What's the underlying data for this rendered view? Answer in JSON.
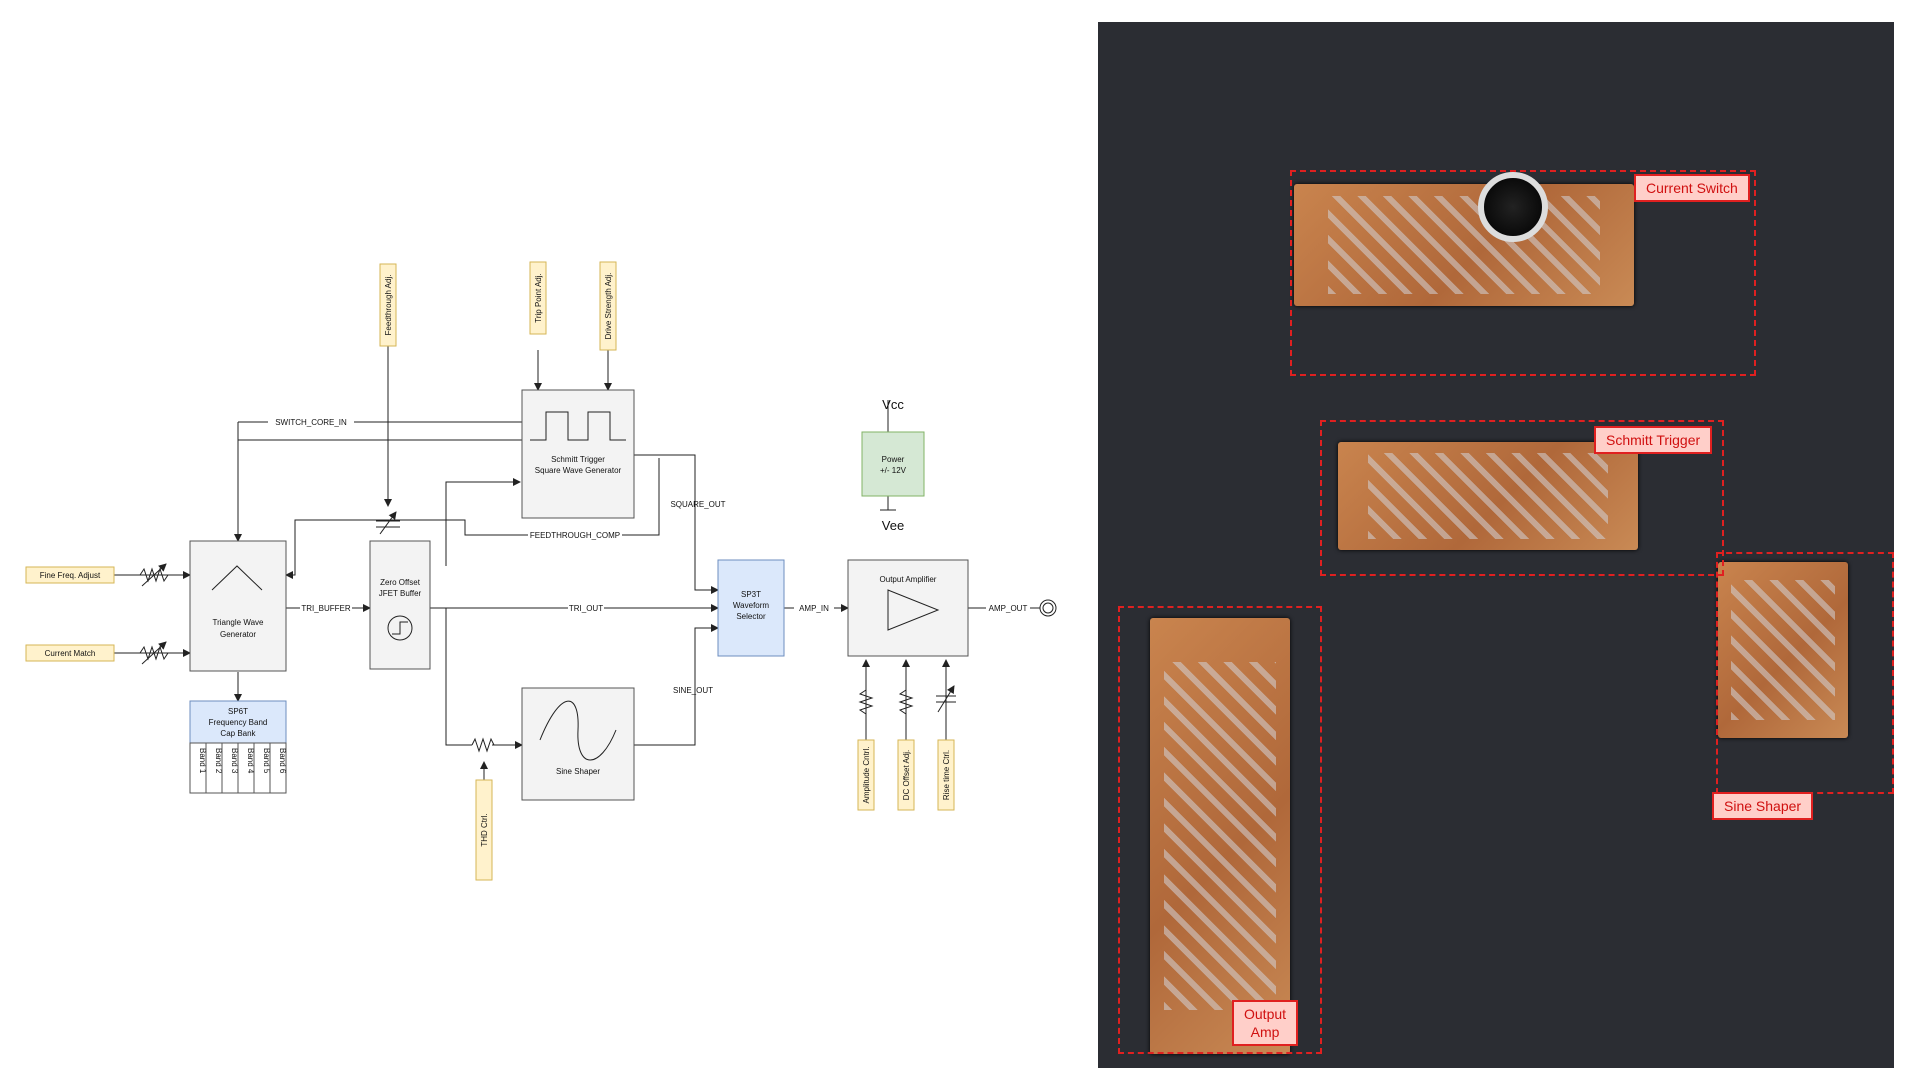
{
  "diagram": {
    "blocks": {
      "triangle": "Triangle Wave Generator",
      "triangle_l1": "Triangle Wave",
      "triangle_l2": "Generator",
      "buffer_l1": "Zero Offset",
      "buffer_l2": "JFET Buffer",
      "schmitt_l1": "Schmitt Trigger",
      "schmitt_l2": "Square Wave Generator",
      "sine": "Sine Shaper",
      "selector_l1": "SP3T",
      "selector_l2": "Waveform",
      "selector_l3": "Selector",
      "amp": "Output Amplifier",
      "cap_l1": "SP6T",
      "cap_l2": "Frequency Band",
      "cap_l3": "Cap Bank",
      "power_l1": "Power",
      "power_l2": "+/- 12V"
    },
    "bands": [
      "Band 1",
      "Band 2",
      "Band 3",
      "Band 4",
      "Band 5",
      "Band 6"
    ],
    "controls": {
      "fine_freq": "Fine Freq. Adjust",
      "current_match": "Current Match",
      "feedthrough": "Feedthrough Adj.",
      "trip_point": "Trip Point Adj.",
      "drive_strength": "Drive Strength Adj.",
      "thd": "THD Ctrl.",
      "amplitude": "Amplitude Cntrl.",
      "dc_offset": "DC Offset Adj.",
      "rise_time": "Rise time Ctrl."
    },
    "signals": {
      "switch_core_in": "SWITCH_CORE_IN",
      "tri_buffer": "TRI_BUFFER",
      "feedthrough_comp": "FEEDTHROUGH_COMP",
      "square_out": "SQUARE_OUT",
      "tri_out": "TRI_OUT",
      "sine_out": "SINE_OUT",
      "amp_in": "AMP_IN",
      "amp_out": "AMP_OUT"
    },
    "rails": {
      "vcc": "Vcc",
      "vee": "Vee"
    }
  },
  "photo": {
    "labels": {
      "current_switch": "Current Switch",
      "schmitt_trigger": "Schmitt Trigger",
      "sine_shaper": "Sine Shaper",
      "output_amp_l1": "Output",
      "output_amp_l2": "Amp"
    },
    "colors": {
      "highlight": "#e02020",
      "label_fill": "#ffcfc9"
    }
  }
}
